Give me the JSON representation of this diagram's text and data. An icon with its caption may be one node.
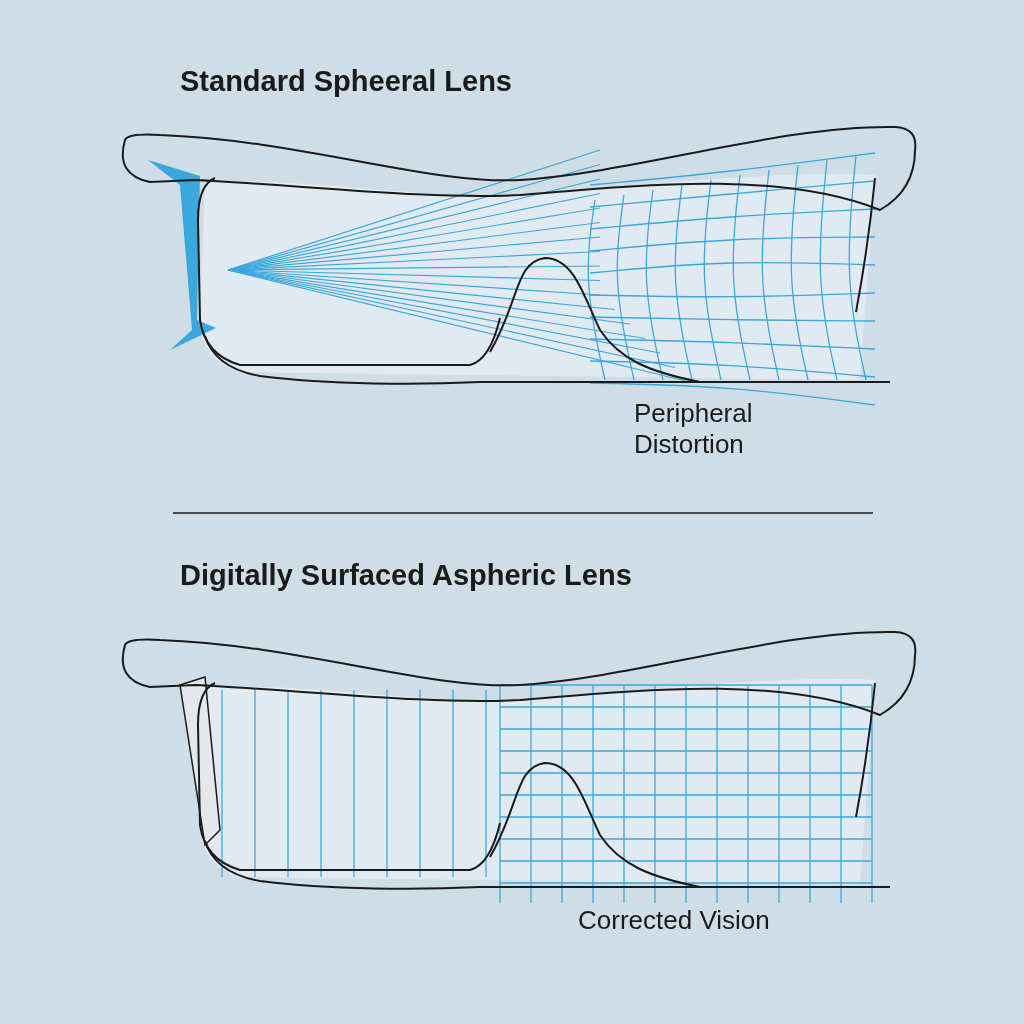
{
  "diagram": {
    "labels": [
      "Standard Spheeral Lens",
      "Peripheral Distortion",
      "Digitally Surfaced Aspheric Lens",
      "Corrected Vision"
    ]
  }
}
